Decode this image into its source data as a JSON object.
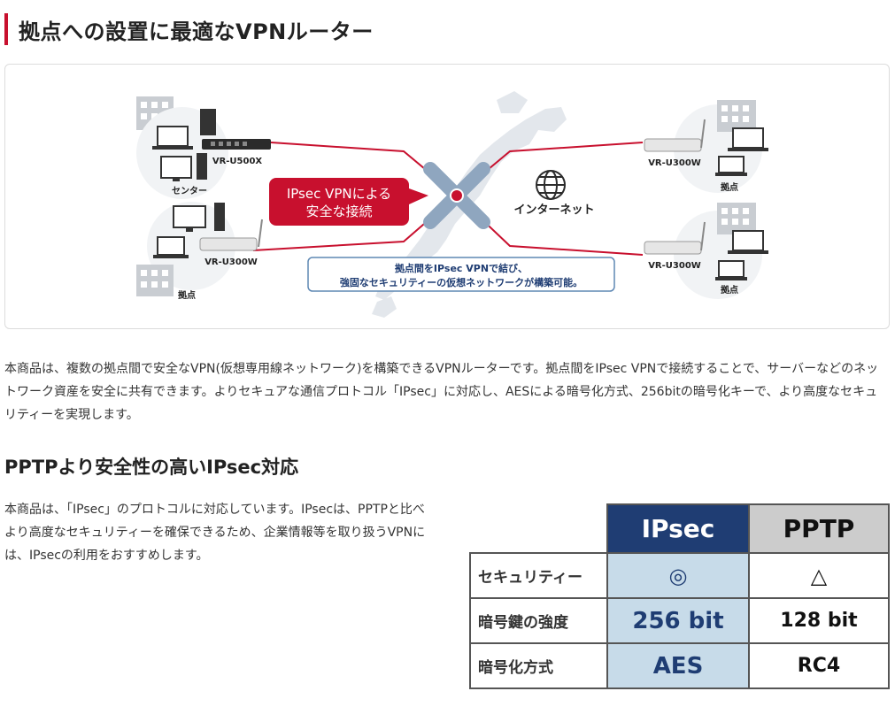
{
  "heading1": "拠点への設置に最適なVPNルーター",
  "diagram": {
    "center_label": "センター",
    "router_main": "VR-U500X",
    "router_sub": "VR-U300W",
    "branch_label": "拠点",
    "callout_line1": "IPsec VPNによる",
    "callout_line2": "安全な接続",
    "internet_label": "インターネット",
    "note_line1": "拠点間をIPsec VPNで結び、",
    "note_line2": "強固なセキュリティーの仮想ネットワークが構築可能。"
  },
  "paragraph1": "本商品は、複数の拠点間で安全なVPN(仮想専用線ネットワーク)を構築できるVPNルーターです。拠点間をIPsec VPNで接続することで、サーバーなどのネットワーク資産を安全に共有できます。よりセキュアな通信プロトコル「IPsec」に対応し、AESによる暗号化方式、256bitの暗号化キーで、より高度なセキュリティーを実現します。",
  "heading2": "PPTPより安全性の高いIPsec対応",
  "paragraph2": "本商品は、「IPsec」のプロトコルに対応しています。IPsecは、PPTPと比べより高度なセキュリティーを確保できるため、企業情報等を取り扱うVPNには、IPsecの利用をおすすめします。",
  "comparison": {
    "headers": [
      "IPsec",
      "PPTP"
    ],
    "rows": [
      {
        "label": "セキュリティー",
        "ipsec": "◎",
        "pptp": "△"
      },
      {
        "label": "暗号鍵の強度",
        "ipsec": "256 bit",
        "pptp": "128 bit"
      },
      {
        "label": "暗号化方式",
        "ipsec": "AES",
        "pptp": "RC4"
      }
    ]
  },
  "colors": {
    "accent_red": "#c8102e",
    "ipsec_navy": "#1f3d73",
    "ipsec_light": "#c7dbe9",
    "pptp_gray": "#cccccc"
  }
}
